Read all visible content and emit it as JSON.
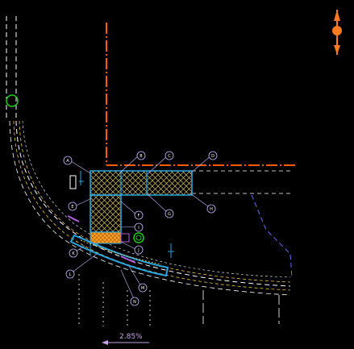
{
  "drawing": {
    "slope_label": "2.85%",
    "colors": {
      "background": "#000000",
      "property_line": "#ff5a00",
      "curb": "#f0c040",
      "hatch": "#d4c060",
      "pad_outline": "#2aa7e0",
      "callout": "#c9b8ff",
      "ramp": "#b060e0",
      "green_marker": "#22c922",
      "dashed_white": "#ffffff",
      "dashed_blue": "#6f7dff",
      "orange_pad": "#ff9a20"
    },
    "callouts": [
      "A",
      "B",
      "C",
      "D",
      "E",
      "F",
      "G",
      "H",
      "I",
      "J",
      "K",
      "L",
      "M",
      "N"
    ],
    "north_arrow_icon": "north-arrow-icon",
    "marker_icon": "green-circle-icon"
  }
}
